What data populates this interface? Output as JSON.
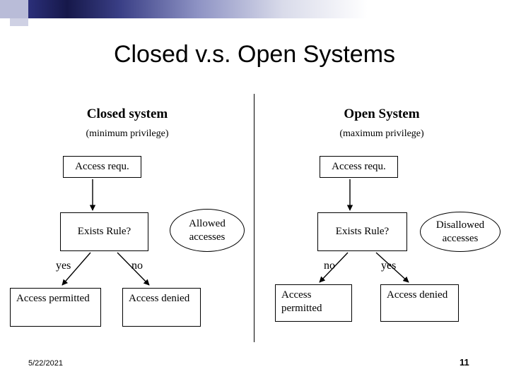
{
  "slide": {
    "title": "Closed v.s. Open Systems",
    "footer_date": "5/22/2021",
    "page_number": "11"
  },
  "closed": {
    "heading": "Closed system",
    "subheading": "(minimum privilege)",
    "access_request": "Access requ.",
    "decision": "Exists Rule?",
    "label_yes": "yes",
    "label_no": "no",
    "permitted": "Access permitted",
    "denied": "Access denied",
    "bubble": "Allowed accesses"
  },
  "open": {
    "heading": "Open System",
    "subheading": "(maximum privilege)",
    "access_request": "Access requ.",
    "decision": "Exists Rule?",
    "label_no": "no",
    "label_yes": "yes",
    "permitted": "Access permitted",
    "denied": "Access denied",
    "bubble": "Disallowed accesses"
  },
  "colors": {
    "accent_dark": "#16184a",
    "accent_light": "#b9bcd8",
    "text": "#000000",
    "background": "#ffffff"
  }
}
